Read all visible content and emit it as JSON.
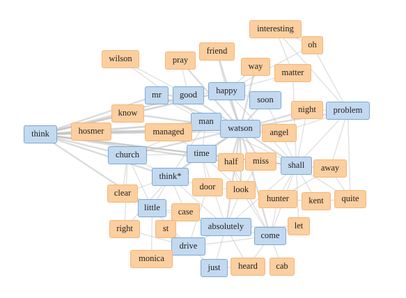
{
  "colors": {
    "blue_fill": "#c3d9ef",
    "blue_border": "#7aa9d4",
    "orange_fill": "#fbcf9f",
    "orange_border": "#f3b67a",
    "edge": "#bdbdbd"
  },
  "nodes": [
    {
      "id": "interesting",
      "label": "interesting",
      "group": "orange"
    },
    {
      "id": "oh",
      "label": "oh",
      "group": "orange"
    },
    {
      "id": "wilson",
      "label": "wilson",
      "group": "orange"
    },
    {
      "id": "pray",
      "label": "pray",
      "group": "orange"
    },
    {
      "id": "friend",
      "label": "friend",
      "group": "orange"
    },
    {
      "id": "way",
      "label": "way",
      "group": "orange"
    },
    {
      "id": "matter",
      "label": "matter",
      "group": "orange"
    },
    {
      "id": "mr",
      "label": "mr",
      "group": "blue"
    },
    {
      "id": "good",
      "label": "good",
      "group": "blue"
    },
    {
      "id": "happy",
      "label": "happy",
      "group": "blue"
    },
    {
      "id": "soon",
      "label": "soon",
      "group": "blue"
    },
    {
      "id": "night",
      "label": "night",
      "group": "orange"
    },
    {
      "id": "problem",
      "label": "problem",
      "group": "blue"
    },
    {
      "id": "know",
      "label": "know",
      "group": "orange"
    },
    {
      "id": "man",
      "label": "man",
      "group": "blue"
    },
    {
      "id": "think",
      "label": "think",
      "group": "blue"
    },
    {
      "id": "hosmer",
      "label": "hosmer",
      "group": "orange"
    },
    {
      "id": "managed",
      "label": "managed",
      "group": "orange"
    },
    {
      "id": "watson",
      "label": "watson",
      "group": "blue"
    },
    {
      "id": "angel",
      "label": "angel",
      "group": "orange"
    },
    {
      "id": "church",
      "label": "church",
      "group": "blue"
    },
    {
      "id": "time",
      "label": "time",
      "group": "blue"
    },
    {
      "id": "half",
      "label": "half",
      "group": "orange"
    },
    {
      "id": "miss",
      "label": "miss",
      "group": "orange"
    },
    {
      "id": "shall",
      "label": "shall",
      "group": "blue"
    },
    {
      "id": "away",
      "label": "away",
      "group": "orange"
    },
    {
      "id": "think2",
      "label": "think*",
      "group": "blue"
    },
    {
      "id": "clear",
      "label": "clear",
      "group": "orange"
    },
    {
      "id": "door",
      "label": "door",
      "group": "orange"
    },
    {
      "id": "look",
      "label": "look",
      "group": "orange"
    },
    {
      "id": "hunter",
      "label": "hunter",
      "group": "orange"
    },
    {
      "id": "kent",
      "label": "kent",
      "group": "orange"
    },
    {
      "id": "quite",
      "label": "quite",
      "group": "orange"
    },
    {
      "id": "little",
      "label": "little",
      "group": "blue"
    },
    {
      "id": "case",
      "label": "case",
      "group": "orange"
    },
    {
      "id": "right",
      "label": "right",
      "group": "orange"
    },
    {
      "id": "st",
      "label": "st",
      "group": "orange"
    },
    {
      "id": "absolutely",
      "label": "absolutely",
      "group": "blue"
    },
    {
      "id": "let",
      "label": "let",
      "group": "orange"
    },
    {
      "id": "come",
      "label": "come",
      "group": "blue"
    },
    {
      "id": "drive",
      "label": "drive",
      "group": "blue"
    },
    {
      "id": "monica",
      "label": "monica",
      "group": "orange"
    },
    {
      "id": "just",
      "label": "just",
      "group": "blue"
    },
    {
      "id": "heard",
      "label": "heard",
      "group": "orange"
    },
    {
      "id": "cab",
      "label": "cab",
      "group": "orange"
    }
  ],
  "edges": [
    [
      "think",
      "mr"
    ],
    [
      "think",
      "good"
    ],
    [
      "think",
      "happy"
    ],
    [
      "think",
      "man"
    ],
    [
      "think",
      "watson"
    ],
    [
      "think",
      "church"
    ],
    [
      "think",
      "time"
    ],
    [
      "think",
      "think2"
    ],
    [
      "think",
      "hosmer"
    ],
    [
      "think",
      "know"
    ],
    [
      "think",
      "managed"
    ],
    [
      "think",
      "little"
    ],
    [
      "think",
      "shall"
    ],
    [
      "think",
      "half"
    ],
    [
      "hosmer",
      "watson"
    ],
    [
      "hosmer",
      "man"
    ],
    [
      "hosmer",
      "angel"
    ],
    [
      "know",
      "watson"
    ],
    [
      "know",
      "happy"
    ],
    [
      "managed",
      "watson"
    ],
    [
      "managed",
      "time"
    ],
    [
      "mr",
      "good"
    ],
    [
      "mr",
      "watson"
    ],
    [
      "mr",
      "man"
    ],
    [
      "good",
      "happy"
    ],
    [
      "good",
      "watson"
    ],
    [
      "happy",
      "watson"
    ],
    [
      "happy",
      "soon"
    ],
    [
      "happy",
      "shall"
    ],
    [
      "happy",
      "friend"
    ],
    [
      "happy",
      "way"
    ],
    [
      "happy",
      "matter"
    ],
    [
      "soon",
      "watson"
    ],
    [
      "soon",
      "shall"
    ],
    [
      "watson",
      "man"
    ],
    [
      "watson",
      "time"
    ],
    [
      "watson",
      "shall"
    ],
    [
      "watson",
      "angel"
    ],
    [
      "watson",
      "night"
    ],
    [
      "watson",
      "miss"
    ],
    [
      "watson",
      "half"
    ],
    [
      "watson",
      "look"
    ],
    [
      "watson",
      "come"
    ],
    [
      "watson",
      "problem"
    ],
    [
      "watson",
      "absolutely"
    ],
    [
      "watson",
      "think2"
    ],
    [
      "watson",
      "church"
    ],
    [
      "man",
      "time"
    ],
    [
      "man",
      "church"
    ],
    [
      "man",
      "shall"
    ],
    [
      "man",
      "think2"
    ],
    [
      "time",
      "think2"
    ],
    [
      "time",
      "shall"
    ],
    [
      "time",
      "church"
    ],
    [
      "time",
      "half"
    ],
    [
      "time",
      "miss"
    ],
    [
      "time",
      "absolutely"
    ],
    [
      "time",
      "look"
    ],
    [
      "time",
      "door"
    ],
    [
      "shall",
      "problem"
    ],
    [
      "shall",
      "away"
    ],
    [
      "shall",
      "night"
    ],
    [
      "shall",
      "miss"
    ],
    [
      "shall",
      "hunter"
    ],
    [
      "shall",
      "come"
    ],
    [
      "shall",
      "absolutely"
    ],
    [
      "shall",
      "quite"
    ],
    [
      "shall",
      "kent"
    ],
    [
      "problem",
      "interesting"
    ],
    [
      "problem",
      "oh"
    ],
    [
      "problem",
      "night"
    ],
    [
      "problem",
      "angel"
    ],
    [
      "interesting",
      "oh"
    ],
    [
      "interesting",
      "matter"
    ],
    [
      "oh",
      "happy"
    ],
    [
      "wilson",
      "good"
    ],
    [
      "wilson",
      "man"
    ],
    [
      "pray",
      "watson"
    ],
    [
      "pray",
      "good"
    ],
    [
      "friend",
      "watson"
    ],
    [
      "way",
      "watson"
    ],
    [
      "matter",
      "shall"
    ],
    [
      "think2",
      "church"
    ],
    [
      "think2",
      "little"
    ],
    [
      "think2",
      "absolutely"
    ],
    [
      "think2",
      "clear"
    ],
    [
      "think2",
      "right"
    ],
    [
      "think2",
      "case"
    ],
    [
      "think2",
      "door"
    ],
    [
      "church",
      "clear"
    ],
    [
      "church",
      "little"
    ],
    [
      "church",
      "right"
    ],
    [
      "little",
      "drive"
    ],
    [
      "little",
      "absolutely"
    ],
    [
      "little",
      "case"
    ],
    [
      "little",
      "monica"
    ],
    [
      "case",
      "absolutely"
    ],
    [
      "case",
      "st"
    ],
    [
      "st",
      "drive"
    ],
    [
      "absolutely",
      "come"
    ],
    [
      "absolutely",
      "drive"
    ],
    [
      "absolutely",
      "just"
    ],
    [
      "absolutely",
      "heard"
    ],
    [
      "absolutely",
      "let"
    ],
    [
      "absolutely",
      "look"
    ],
    [
      "come",
      "let"
    ],
    [
      "come",
      "cab"
    ],
    [
      "come",
      "heard"
    ],
    [
      "come",
      "hunter"
    ],
    [
      "come",
      "look"
    ],
    [
      "drive",
      "monica"
    ],
    [
      "drive",
      "just"
    ],
    [
      "drive",
      "come"
    ],
    [
      "just",
      "heard"
    ],
    [
      "hunter",
      "kent"
    ],
    [
      "hunter",
      "away"
    ],
    [
      "kent",
      "quite"
    ],
    [
      "away",
      "quite"
    ],
    [
      "look",
      "half"
    ],
    [
      "look",
      "miss"
    ],
    [
      "door",
      "look"
    ],
    [
      "door",
      "drive"
    ],
    [
      "miss",
      "half"
    ],
    [
      "half",
      "come"
    ],
    [
      "away",
      "problem"
    ],
    [
      "quite",
      "problem"
    ],
    [
      "let",
      "shall"
    ],
    [
      "right",
      "drive"
    ],
    [
      "clear",
      "little"
    ]
  ]
}
